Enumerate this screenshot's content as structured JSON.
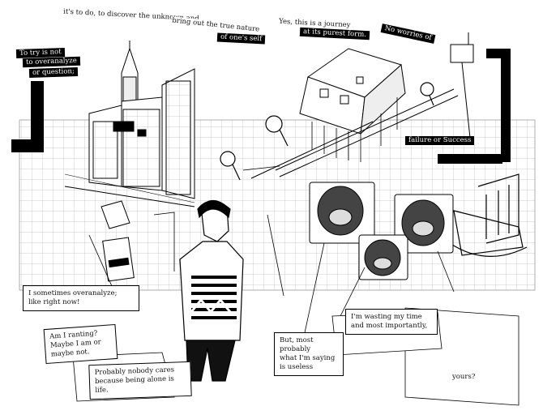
{
  "captions": {
    "c1": "To try is not",
    "c2": "to overanalyze",
    "c3": "or question;",
    "c4": "it's to do, to discover the unknown and",
    "c5": "bring out the true nature",
    "c6": "of one's self",
    "c7": "Yes, this is a journey",
    "c8": "at its purest form.",
    "c9": "No worries of",
    "c10": "failure or Success",
    "b1": "I sometimes overanalyze;\nlike right now!",
    "b2": "Am I ranting?\nMaybe I am or\nmaybe not.",
    "b3": "Probably nobody cares\nbecause being alone is life.",
    "b4": "But, most probably\nwhat I'm saying\nis useless",
    "b5": "I'm wasting my time\nand most importantly,",
    "b6": "yours?"
  }
}
